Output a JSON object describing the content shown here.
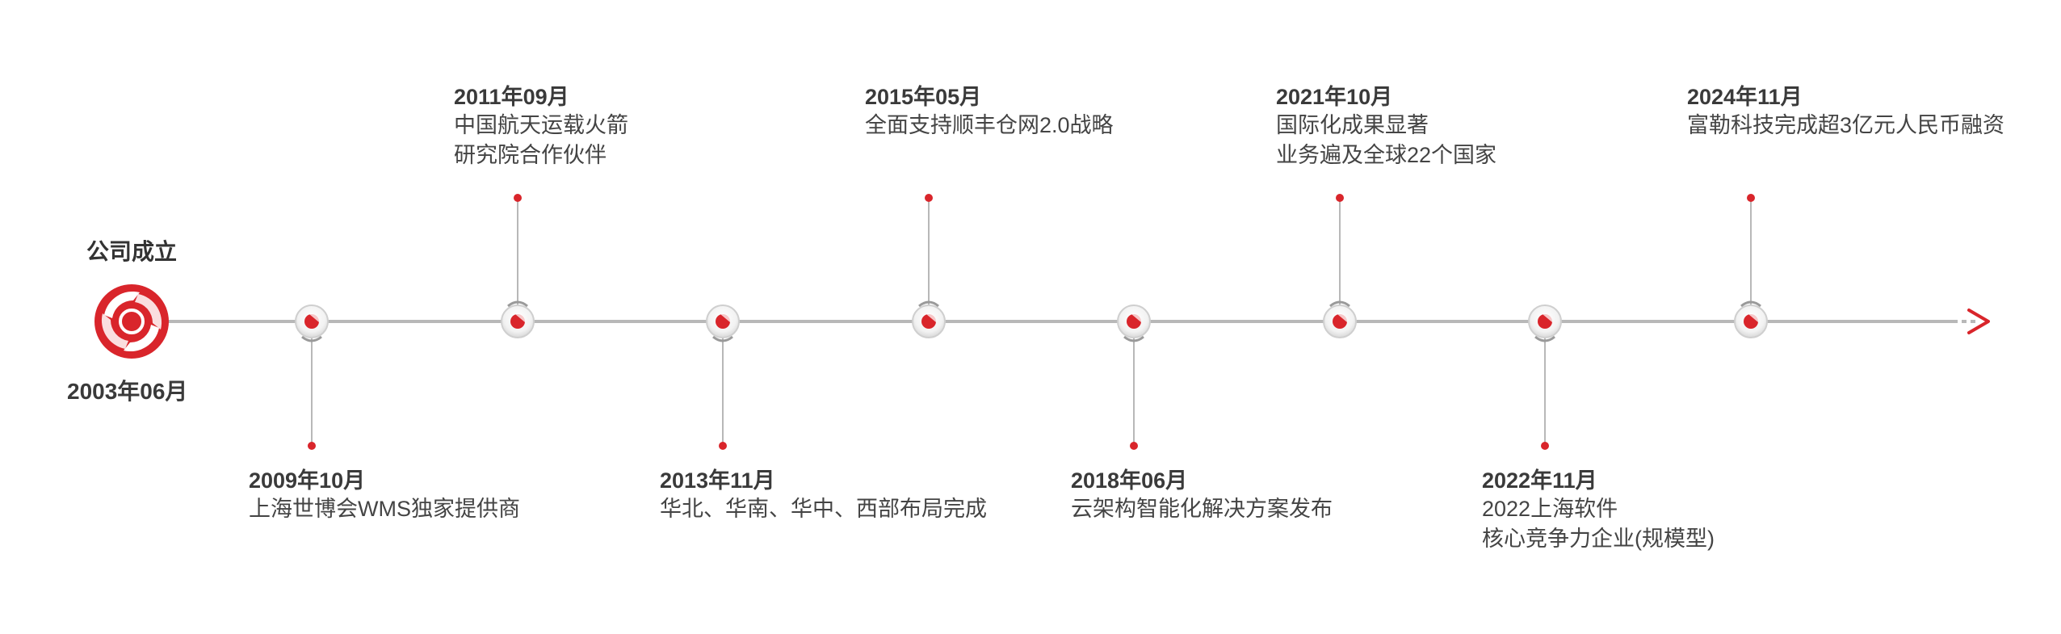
{
  "origin": {
    "label": "公司成立",
    "date": "2003年06月"
  },
  "colors": {
    "accent": "#d9252b",
    "line": "#b8b8b8",
    "text": "#3d3d3d"
  },
  "milestones": [
    {
      "date": "2009年10月",
      "lines": [
        "上海世博会WMS独家提供商"
      ],
      "side": "below"
    },
    {
      "date": "2011年09月",
      "lines": [
        "中国航天运载火箭",
        "研究院合作伙伴"
      ],
      "side": "above"
    },
    {
      "date": "2013年11月",
      "lines": [
        "华北、华南、华中、西部布局完成"
      ],
      "side": "below"
    },
    {
      "date": "2015年05月",
      "lines": [
        "全面支持顺丰仓网2.0战略"
      ],
      "side": "above"
    },
    {
      "date": "2018年06月",
      "lines": [
        "云架构智能化解决方案发布"
      ],
      "side": "below"
    },
    {
      "date": "2021年10月",
      "lines": [
        "国际化成果显著",
        "业务遍及全球22个国家"
      ],
      "side": "above"
    },
    {
      "date": "2022年11月",
      "lines": [
        "2022上海软件",
        "核心竞争力企业(规模型)"
      ],
      "side": "below"
    },
    {
      "date": "2024年11月",
      "lines": [
        "富勒科技完成超3亿元人民币融资"
      ],
      "side": "above"
    }
  ]
}
